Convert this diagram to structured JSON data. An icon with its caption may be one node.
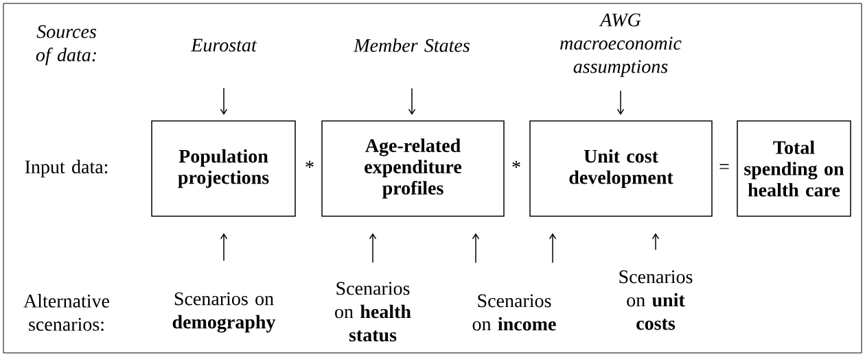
{
  "diagram": {
    "nodes": [
      {
        "text": [
          "Eurostat"
        ]
      },
      {
        "text": [
          "Member States"
        ]
      },
      {
        "text": [
          "AWG macroeconomic assumptions"
        ]
      },
      {
        "text": [
          "Population projections"
        ]
      },
      {
        "text": [
          "Age-related expenditure profiles"
        ]
      },
      {
        "text": [
          "Unit cost development"
        ]
      },
      {
        "text": [
          "Total spending on health care"
        ]
      },
      {
        "text": [
          "Scenarios on **demography**"
        ]
      },
      {
        "text": [
          "Scenarios on **health status**"
        ]
      },
      {
        "text": [
          "Scenarios on **income**"
        ]
      },
      {
        "text": [
          "Scenarios on **unit costs**"
        ]
      }
    ],
    "edges": [
      {
        "from": 0,
        "to": 3,
        "arrow": "to"
      },
      {
        "from": 1,
        "to": 4,
        "arrow": "to"
      },
      {
        "from": 2,
        "to": 5,
        "arrow": "to"
      },
      {
        "from": 7,
        "to": 3,
        "arrow": "to"
      },
      {
        "from": 8,
        "to": 4,
        "arrow": "to"
      },
      {
        "from": 9,
        "to": 4,
        "arrow": "to"
      },
      {
        "from": 9,
        "to": 5,
        "arrow": "to"
      },
      {
        "from": 10,
        "to": 5,
        "arrow": "to"
      }
    ],
    "labels": [
      "Sources of data:",
      "Input data:",
      "*",
      "*",
      "=",
      "Alternative scenarios:"
    ]
  }
}
